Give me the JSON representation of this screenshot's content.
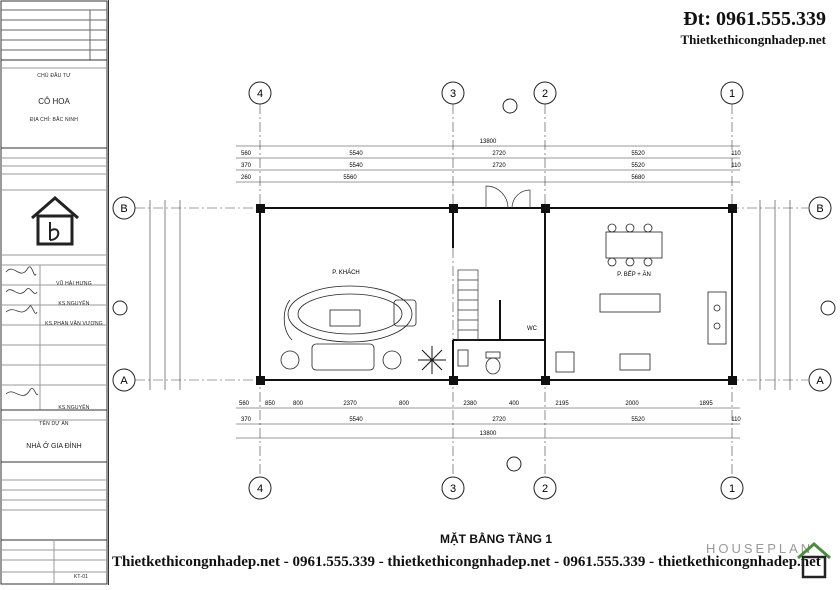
{
  "header": {
    "phone": "Đt: 0961.555.339",
    "website": "Thietkethicongnhadep.net"
  },
  "title_block": {
    "owner_label": "CHỦ ĐẦU TƯ",
    "owner_name": "CÔ HOA",
    "owner_address": "ĐỊA CHỈ: BẮC NINH",
    "reviewer_1": "VŨ HẢI HƯNG",
    "reviewer_2": "KS.NGUYỄN",
    "reviewer_3": "KS.PHAN VĂN VƯƠNG",
    "reviewer_4": "KS.NGUYỄN",
    "project_label": "TÊN DỰ ÁN",
    "project_name": "NHÀ Ở GIA ĐÌNH",
    "drawing_code": "KT-01"
  },
  "plan": {
    "title": "MẶT BẰNG TẦNG 1",
    "rooms": {
      "living": "P. KHÁCH",
      "kitchen": "P. BẾP + ĂN",
      "wc": "WC"
    },
    "axis_columns": [
      "4",
      "3",
      "2",
      "1"
    ],
    "axis_rows": [
      "B",
      "A"
    ],
    "dims_top": {
      "overall": "13800",
      "segments": [
        "560",
        "5540",
        "2720",
        "5520",
        "110"
      ],
      "walls": [
        "370",
        "5540",
        "2720",
        "5520",
        "110"
      ],
      "inner": [
        "260",
        "5560",
        "5680"
      ]
    },
    "dims_bottom": {
      "detail": [
        "560",
        "850",
        "800",
        "2370",
        "800",
        "2380",
        "400",
        "2195",
        "2000",
        "1895"
      ],
      "segments": [
        "370",
        "5540",
        "2720",
        "5520",
        "110"
      ],
      "overall": "13800"
    }
  },
  "footer": {
    "text": "Thietkethicongnhadep.net - 0961.555.339 - thietkethicongnhadep.net - 0961.555.339 - thietkethicongnhadep.net",
    "brand": "HOUSEPLAN"
  }
}
